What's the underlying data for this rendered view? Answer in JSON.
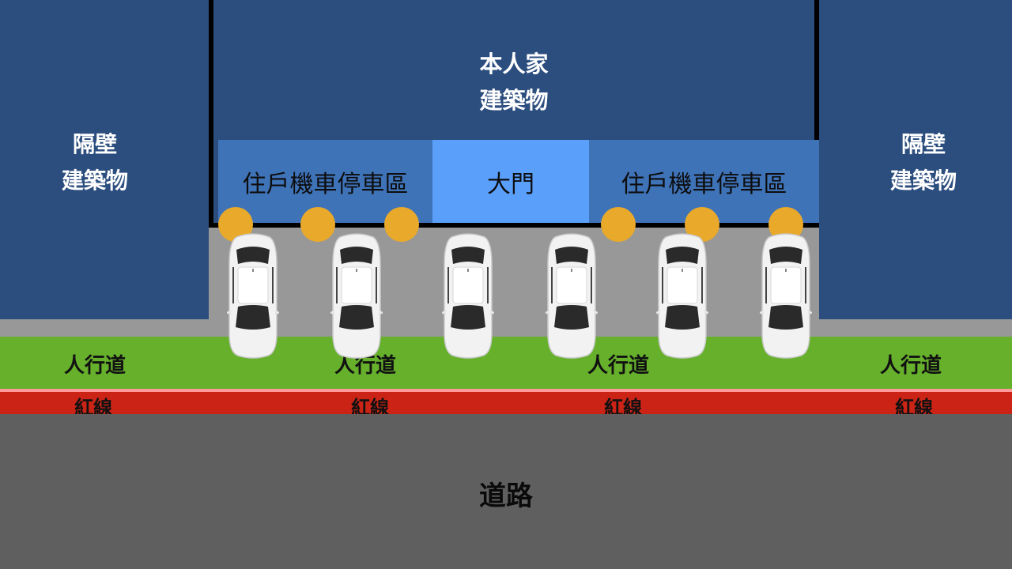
{
  "colors": {
    "building": "#2c4e7f",
    "parking_zone": "#3f73b8",
    "gate": "#5aa0fb",
    "setback": "#989898",
    "sidewalk": "#66b02c",
    "red_line": "#cb2416",
    "road": "#5f5f5f",
    "motorcycle_dot": "#e9a92b",
    "car_body": "#f2f2f2"
  },
  "icons": {
    "car": "car-top-view-icon",
    "motorcycle_spot": "circle-dot-icon"
  },
  "neighbor_left": {
    "line1": "隔壁",
    "line2": "建築物"
  },
  "neighbor_right": {
    "line1": "隔壁",
    "line2": "建築物"
  },
  "main_building": {
    "line1": "本人家",
    "line2": "建築物"
  },
  "parking_left": "住戶機車停車區",
  "gate": "大門",
  "parking_right": "住戶機車停車區",
  "sidewalk_labels": [
    "人行道",
    "人行道",
    "人行道",
    "人行道"
  ],
  "red_line_labels": [
    "紅線",
    "紅線",
    "紅線",
    "紅線"
  ],
  "road": "道路"
}
